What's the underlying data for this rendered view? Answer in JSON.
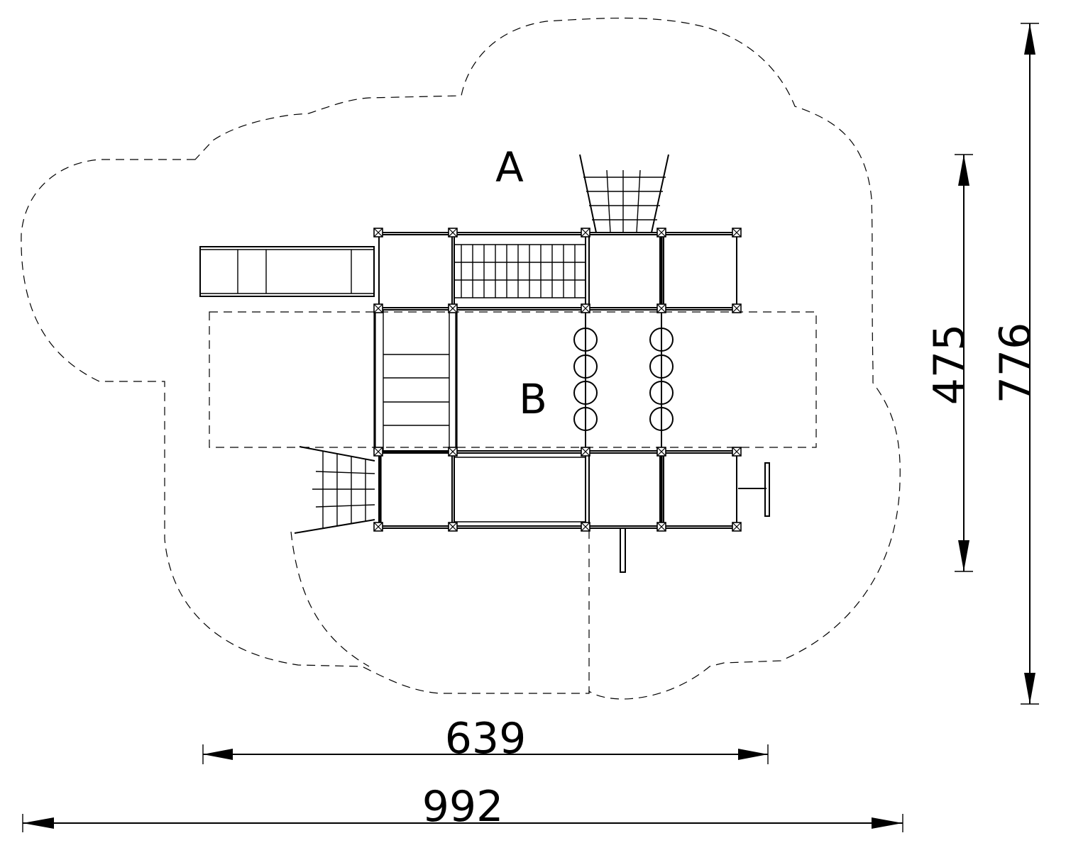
{
  "zones": {
    "a": "A",
    "b": "B"
  },
  "dimensions": {
    "inner_width": "639",
    "outer_width": "992",
    "inner_height": "475",
    "outer_height": "776"
  },
  "colors": {
    "line": "#000000",
    "background": "#ffffff"
  }
}
